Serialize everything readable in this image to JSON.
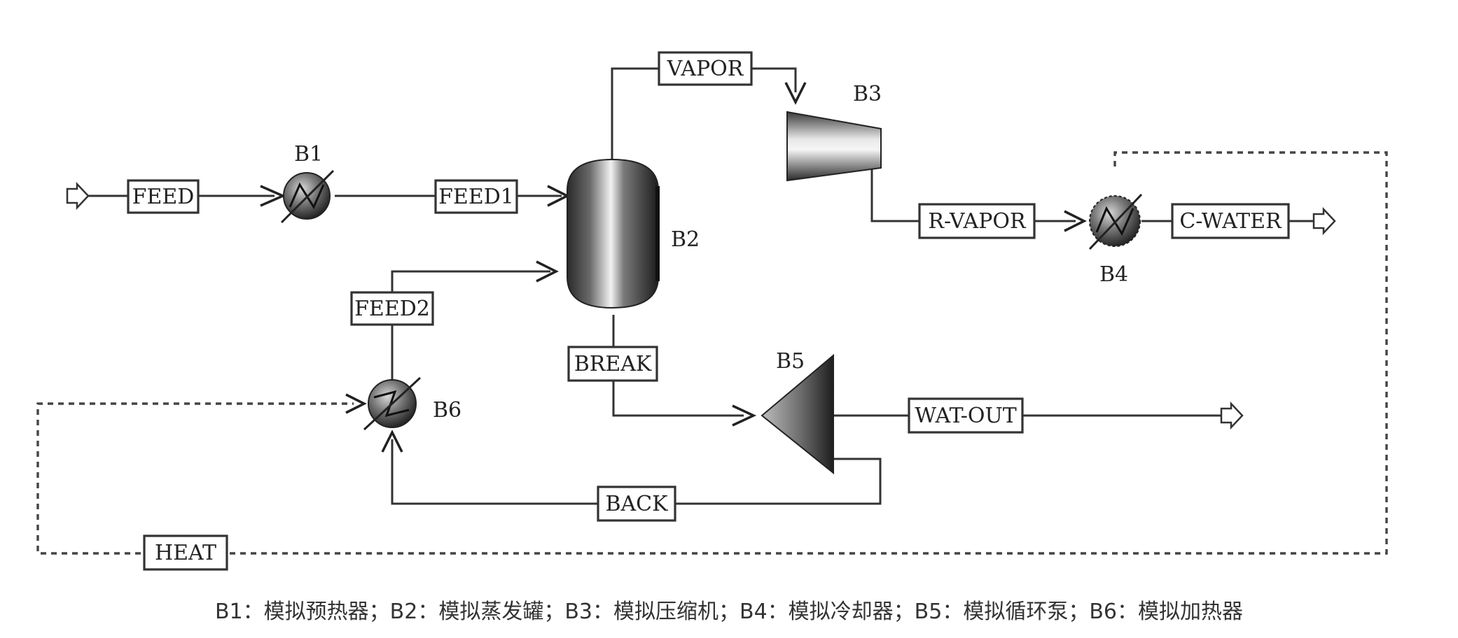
{
  "colors": {
    "line": "#333333",
    "background": "#ffffff"
  },
  "streams": {
    "feed": "FEED",
    "feed1": "FEED1",
    "feed2": "FEED2",
    "vapor": "VAPOR",
    "r_vapor": "R-VAPOR",
    "c_water": "C-WATER",
    "break": "BREAK",
    "wat_out": "WAT-OUT",
    "back": "BACK",
    "heat": "HEAT"
  },
  "blocks": {
    "b1": "B1",
    "b2": "B2",
    "b3": "B3",
    "b4": "B4",
    "b5": "B5",
    "b6": "B6"
  },
  "legend": "B1：模拟预热器；B2：模拟蒸发罐；B3：模拟压缩机；B4：模拟冷却器；B5：模拟循环泵；B6：模拟加热器"
}
